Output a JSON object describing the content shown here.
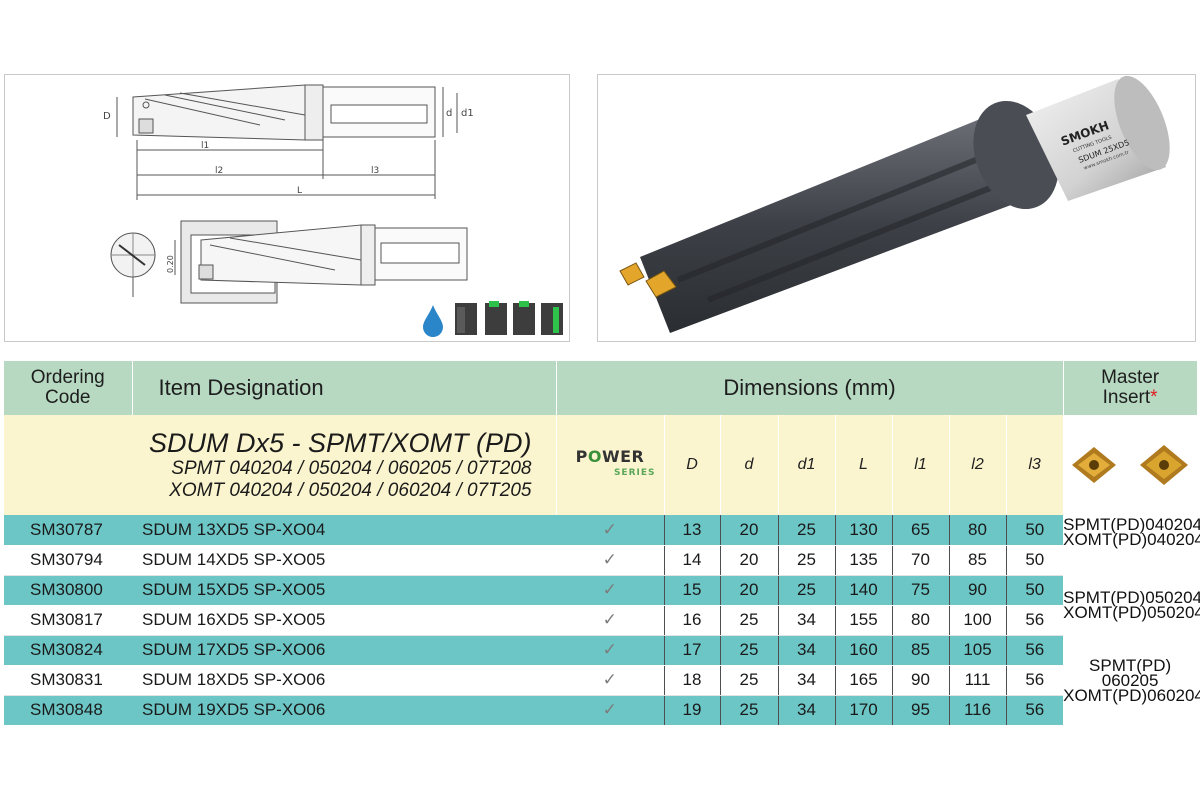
{
  "drawing": {
    "labels": {
      "D": "D",
      "d": "d",
      "d1": "d1",
      "l1": "l1",
      "l2": "l2",
      "l3": "l3",
      "L": "L",
      "tol": "0.20"
    }
  },
  "photo": {
    "brand": "SMOKH",
    "brand_sub": "CUTTING TOOLS",
    "marking": "SDUM 25XD5",
    "url": "www.smokh.com.tr"
  },
  "table": {
    "headers": {
      "ordering_line1": "Ordering",
      "ordering_line2": "Code",
      "item_designation": "Item Designation",
      "dimensions": "Dimensions (mm)",
      "master_line1": "Master",
      "master_line2": "Insert",
      "required_mark": "*"
    },
    "series": {
      "title": "SDUM Dx5 - SPMT/XOMT (PD)",
      "spmt": "SPMT 040204 / 050204 / 060205 / 07T208",
      "xomt": "XOMT 040204 / 050204 / 060204 / 07T205",
      "logo_power_1": "P",
      "logo_power_o": "O",
      "logo_power_2": "WER",
      "logo_series": "SERIES"
    },
    "dim_labels": [
      "D",
      "d",
      "d1",
      "L",
      "l1",
      "l2",
      "l3"
    ],
    "check_glyph": "✓",
    "rows": [
      {
        "code": "SM30787",
        "item": "SDUM 13XD5 SP-XO04",
        "D": "13",
        "d": "20",
        "d1": "25",
        "L": "130",
        "l1": "65",
        "l2": "80",
        "l3": "50"
      },
      {
        "code": "SM30794",
        "item": "SDUM 14XD5 SP-XO05",
        "D": "14",
        "d": "20",
        "d1": "25",
        "L": "135",
        "l1": "70",
        "l2": "85",
        "l3": "50"
      },
      {
        "code": "SM30800",
        "item": "SDUM 15XD5 SP-XO05",
        "D": "15",
        "d": "20",
        "d1": "25",
        "L": "140",
        "l1": "75",
        "l2": "90",
        "l3": "50"
      },
      {
        "code": "SM30817",
        "item": "SDUM 16XD5 SP-XO05",
        "D": "16",
        "d": "25",
        "d1": "34",
        "L": "155",
        "l1": "80",
        "l2": "100",
        "l3": "56"
      },
      {
        "code": "SM30824",
        "item": "SDUM 17XD5 SP-XO06",
        "D": "17",
        "d": "25",
        "d1": "34",
        "L": "160",
        "l1": "85",
        "l2": "105",
        "l3": "56"
      },
      {
        "code": "SM30831",
        "item": "SDUM 18XD5 SP-XO06",
        "D": "18",
        "d": "25",
        "d1": "34",
        "L": "165",
        "l1": "90",
        "l2": "111",
        "l3": "56"
      },
      {
        "code": "SM30848",
        "item": "SDUM 19XD5 SP-XO06",
        "D": "19",
        "d": "25",
        "d1": "34",
        "L": "170",
        "l1": "95",
        "l2": "116",
        "l3": "56"
      }
    ],
    "inserts": [
      {
        "spmt": "SPMT(PD)040204",
        "xomt": "XOMT(PD)040204"
      },
      {
        "spmt": "SPMT(PD)050204",
        "xomt": "XOMT(PD)050204"
      },
      {
        "spmt": "SPMT(PD) 060205",
        "xomt": "XOMT(PD)060204"
      }
    ]
  },
  "colors": {
    "header": "#b7d9c2",
    "series_band": "#fbf5cf",
    "teal_row": "#6cc6c6"
  }
}
